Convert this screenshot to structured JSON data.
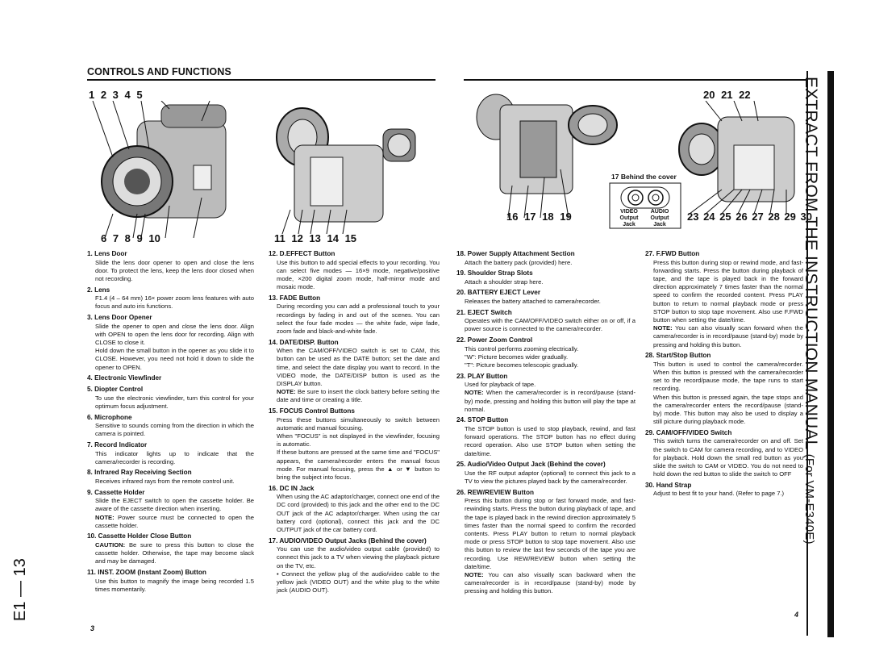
{
  "header": {
    "title": "CONTROLS AND FUNCTIONS"
  },
  "side_title": {
    "main": "EXTRACT FROM THE INSTRUCTION MANUAL",
    "sub": "(For VM-E340E)"
  },
  "page_ref": "E1 — 13",
  "page_numbers": {
    "left": "3",
    "right": "4"
  },
  "figures": {
    "fig1_top": "1  2   3   4     5",
    "fig1_bottom": "6   7 8    9    10",
    "fig2_bottom": "11 12 13 14 15",
    "fig3_bottom": "16 17 18   19",
    "fig3_inset_title": "17 Behind the cover",
    "fig3_jack_video": "VIDEO Output Jack",
    "fig3_jack_audio": "AUDIO Output Jack",
    "fig4_top": "20   21 22",
    "fig4_bottom": "23 24 25 26 27  28 29 30"
  },
  "columns": [
    [
      {
        "h": "1. Lens Door",
        "p": [
          {
            "t": "Slide the lens door opener to open and close the lens door. To protect the lens, keep the lens door closed when not recording."
          }
        ]
      },
      {
        "h": "2. Lens",
        "p": [
          {
            "t": "F1.4 (4 – 64 mm) 16× power zoom lens features with auto focus and auto iris functions."
          }
        ]
      },
      {
        "h": "3. Lens Door Opener",
        "p": [
          {
            "t": "Slide the opener to open and close the lens door. Align with OPEN to open the lens door for recording. Align with CLOSE to close it."
          },
          {
            "t": "Hold down the small button in the opener as you slide it to CLOSE. However, you need not hold it down to slide the opener to OPEN."
          }
        ]
      },
      {
        "h": "4. Electronic Viewfinder",
        "p": []
      },
      {
        "h": "5. Diopter Control",
        "p": [
          {
            "t": "To use the electronic viewfinder, turn this control for your optimum focus adjustment."
          }
        ]
      },
      {
        "h": "6. Microphone",
        "p": [
          {
            "t": "Sensitive to sounds coming from the direction in which the camera is pointed."
          }
        ]
      },
      {
        "h": "7. Record Indicator",
        "p": [
          {
            "t": "This indicator lights up to indicate that the camera/recorder is recording."
          }
        ]
      },
      {
        "h": "8. Infrared Ray Receiving Section",
        "p": [
          {
            "t": "Receives infrared rays from the remote control unit."
          }
        ]
      },
      {
        "h": "9. Cassette Holder",
        "p": [
          {
            "t": "Slide the EJECT switch to open the cassette holder. Be aware of the cassette direction when inserting."
          },
          {
            "b": "NOTE:",
            "t": " Power source must be connected to open the cassette holder."
          }
        ]
      },
      {
        "h": "10. Cassette Holder Close Button",
        "p": [
          {
            "b": "CAUTION:",
            "t": " Be sure to press this button to close the cassette holder. Otherwise, the tape may become slack and may be damaged."
          }
        ]
      },
      {
        "h": "11. INST. ZOOM (Instant Zoom) Button",
        "p": [
          {
            "t": "Use this button to magnify the image being recorded 1.5 times momentarily."
          }
        ]
      }
    ],
    [
      {
        "h": "12. D.EFFECT Button",
        "p": [
          {
            "t": "Use this button to add special effects to your recording. You can select five modes — 16×9 mode, negative/positive mode, ×200 digital zoom mode, half-mirror mode and mosaic mode."
          }
        ]
      },
      {
        "h": "13. FADE Button",
        "p": [
          {
            "t": "During recording you can add a professional touch to your recordings by fading in and out of the scenes. You can select the four fade modes — the white fade, wipe fade, zoom fade and black-and-white fade."
          }
        ]
      },
      {
        "h": "14. DATE/DISP. Button",
        "p": [
          {
            "t": "When the CAM/OFF/VIDEO switch is set to CAM, this button can be used as the DATE button; set the date and time, and select the date display you want to record. In the VIDEO mode, the DATE/DISP button is used as the DISPLAY button."
          },
          {
            "b": "NOTE:",
            "t": " Be sure to insert the clock battery before setting the date and time or creating a title."
          }
        ]
      },
      {
        "h": "15. FOCUS Control Buttons",
        "p": [
          {
            "t": "Press these buttons simultaneously to switch between automatic and manual focusing."
          },
          {
            "t": "When \"FOCUS\" is not displayed in the viewfinder, focusing is automatic."
          },
          {
            "t": "If these buttons are pressed at the same time and \"FOCUS\" appears, the camera/recorder enters the manual focus mode. For manual focusing, press the ▲ or ▼ button to bring the subject into focus."
          }
        ]
      },
      {
        "h": "16. DC IN Jack",
        "p": [
          {
            "t": "When using the AC adaptor/charger, connect one end of the DC cord (provided) to this jack and the other end to the DC OUT jack of the AC adaptor/charger. When using the car battery cord (optional), connect this jack and the DC OUTPUT jack of the car battery cord."
          }
        ]
      },
      {
        "h": "17. AUDIO/VIDEO Output Jacks (Behind the cover)",
        "p": [
          {
            "t": "You can use the audio/video output cable (provided) to connect this jack to a TV when viewing the playback picture on the TV, etc."
          },
          {
            "t": "• Connect the yellow plug of the audio/video cable to the yellow jack (VIDEO OUT) and the white plug to the white jack (AUDIO OUT)."
          }
        ]
      }
    ],
    [
      {
        "h": "18. Power Supply Attachment Section",
        "p": [
          {
            "t": "Attach the battery pack (provided) here."
          }
        ]
      },
      {
        "h": "19. Shoulder Strap Slots",
        "p": [
          {
            "t": "Attach a shoulder strap here."
          }
        ]
      },
      {
        "h": "20. BATTERY EJECT Lever",
        "p": [
          {
            "t": "Releases the battery attached to camera/recorder."
          }
        ]
      },
      {
        "h": "21. EJECT Switch",
        "p": [
          {
            "t": "Operates with the CAM/OFF/VIDEO switch either on or off, if a power source is connected to the camera/recorder."
          }
        ]
      },
      {
        "h": "22. Power Zoom Control",
        "p": [
          {
            "t": "This control performs zooming electrically."
          },
          {
            "t": "\"W\": Picture becomes wider gradually."
          },
          {
            "t": "\"T\": Picture becomes telescopic gradually."
          }
        ]
      },
      {
        "h": "23. PLAY Button",
        "p": [
          {
            "t": "Used for playback of tape."
          },
          {
            "b": "NOTE:",
            "t": " When the camera/recorder is in record/pause (stand-by) mode, pressing and holding this button will play the tape at normal."
          }
        ]
      },
      {
        "h": "24. STOP Button",
        "p": [
          {
            "t": "The STOP button is used to stop playback, rewind, and fast forward operations. The STOP button has no effect during record operation. Also use STOP button when setting the date/time."
          }
        ]
      },
      {
        "h": "25. Audio/Video Output Jack (Behind the cover)",
        "p": [
          {
            "t": "Use the RF output adaptor (optional) to connect this jack to a TV to view the pictures played back by the camera/recorder."
          }
        ]
      },
      {
        "h": "26. REW/REVIEW Button",
        "p": [
          {
            "t": "Press this button during stop or fast forward mode, and fast-rewinding starts. Press the button during playback of tape, and the tape is played back in the rewind direction approximately 5 times faster than the normal speed to confirm the recorded contents. Press PLAY button to return to normal playback mode or press STOP button to stop tape movement. Also use this button to review the last few seconds of the tape you are recording. Use REW/REVIEW button when setting the date/time."
          },
          {
            "b": "NOTE:",
            "t": " You can also visually scan backward when the camera/recorder is in record/pause (stand-by) mode by pressing and holding this button."
          }
        ]
      }
    ],
    [
      {
        "h": "27. F.FWD Button",
        "p": [
          {
            "t": "Press this button during stop or rewind mode, and fast-forwarding starts. Press the button during playback of tape, and the tape is played back in the forward direction approximately 7 times faster than the normal speed to confirm the recorded content. Press PLAY button to return to normal playback mode or press STOP button to stop tape movement. Also use F.FWD button when setting the date/time."
          },
          {
            "b": "NOTE:",
            "t": " You can also visually scan forward when the camera/recorder is in record/pause (stand-by) mode by pressing and holding this button."
          }
        ]
      },
      {
        "h": "28. Start/Stop Button",
        "p": [
          {
            "t": "This button is used to control the camera/recorder. When this button is pressed with the camera/recorder set to the record/pause mode, the tape runs to start recording."
          },
          {
            "t": "When this button is pressed again, the tape stops and the camera/recorder enters the record/pause (stand-by) mode. This button may also be used to display a still picture during playback mode."
          }
        ]
      },
      {
        "h": "29. CAM/OFF/VIDEO Switch",
        "p": [
          {
            "t": "This switch turns the camera/recorder on and off. Set the switch to CAM for camera recording, and to VIDEO for playback. Hold down the small red button as you slide the switch to CAM or VIDEO. You do not need to hold down the red button to slide the switch to OFF"
          }
        ]
      },
      {
        "h": "30. Hand Strap",
        "p": [
          {
            "t": "Adjust to best fit to your hand. (Refer to page 7.)"
          }
        ]
      }
    ]
  ]
}
